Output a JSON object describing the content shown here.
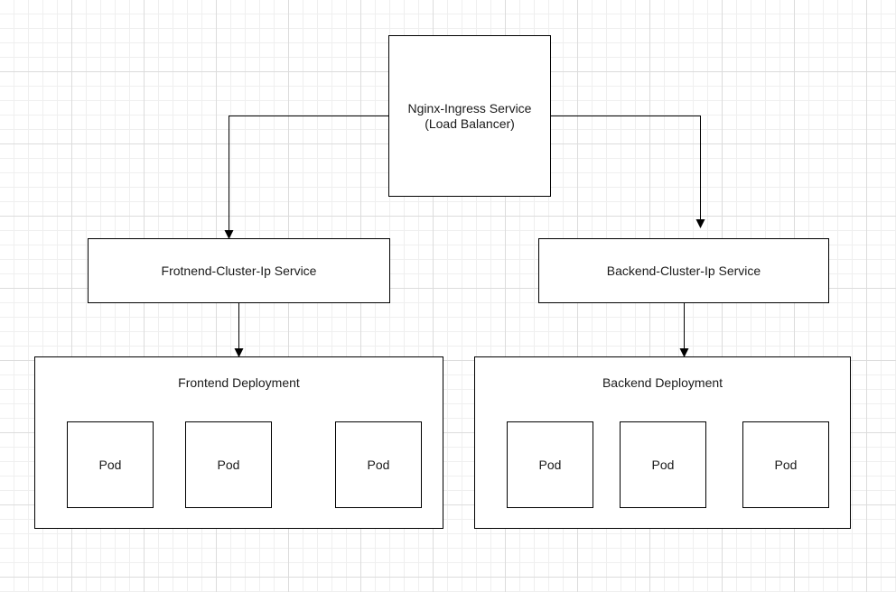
{
  "ingress": {
    "line1": "Nginx-Ingress Service",
    "line2": "(Load Balancer)"
  },
  "frontend_service": {
    "label": "Frotnend-Cluster-Ip Service"
  },
  "backend_service": {
    "label": "Backend-Cluster-Ip Service"
  },
  "frontend_deployment": {
    "label": "Frontend Deployment",
    "pods": [
      "Pod",
      "Pod",
      "Pod"
    ]
  },
  "backend_deployment": {
    "label": "Backend Deployment",
    "pods": [
      "Pod",
      "Pod",
      "Pod"
    ]
  }
}
